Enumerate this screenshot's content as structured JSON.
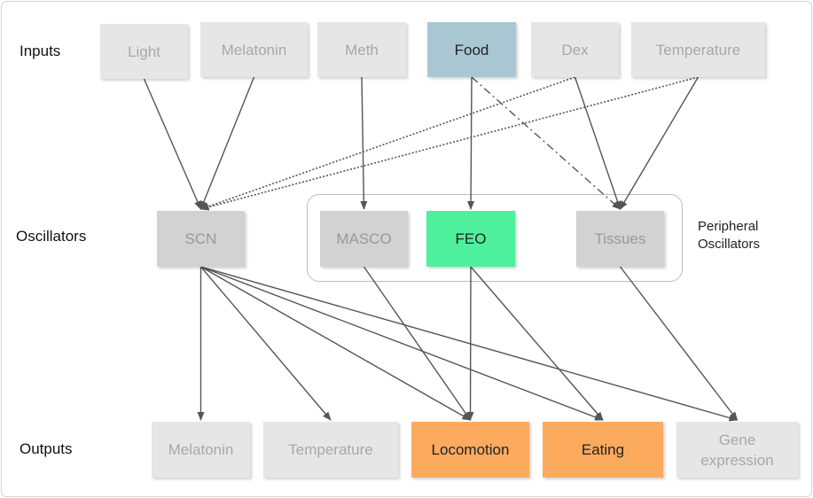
{
  "rows": {
    "inputs": "Inputs",
    "oscillators": "Oscillators",
    "outputs": "Outputs"
  },
  "inputs": {
    "light": "Light",
    "melatonin": "Melatonin",
    "meth": "Meth",
    "food": "Food",
    "dex": "Dex",
    "temperature": "Temperature"
  },
  "oscillators": {
    "scn": "SCN",
    "masco": "MASCO",
    "feo": "FEO",
    "tissues": "Tissues"
  },
  "peripheral": {
    "label": "Peripheral\nOscillators"
  },
  "outputs": {
    "melatonin": "Melatonin",
    "temperature": "Temperature",
    "locomotion": "Locomotion",
    "eating": "Eating",
    "gene_expression": "Gene\nexpression"
  },
  "colors": {
    "input_highlight": "#a9c7d3",
    "oscillator_highlight": "#4ef09e",
    "output_highlight": "#fcaa5e",
    "inactive_box": "#e6e6e6",
    "inactive_oscillator": "#d2d2d2",
    "arrow": "#555555"
  },
  "edges": [
    {
      "from": "in-light",
      "to": "osc-scn",
      "style": "solid"
    },
    {
      "from": "in-melatonin",
      "to": "osc-scn",
      "style": "solid"
    },
    {
      "from": "in-dex",
      "to": "osc-scn",
      "style": "dotted"
    },
    {
      "from": "in-temperature",
      "to": "osc-scn",
      "style": "dotted"
    },
    {
      "from": "in-meth",
      "to": "osc-masco",
      "style": "solid"
    },
    {
      "from": "in-food",
      "to": "osc-feo",
      "style": "solid"
    },
    {
      "from": "in-food",
      "to": "osc-tissues",
      "style": "dashdot"
    },
    {
      "from": "in-dex",
      "to": "osc-tissues",
      "style": "solid"
    },
    {
      "from": "in-temperature",
      "to": "osc-tissues",
      "style": "solid"
    },
    {
      "from": "osc-scn",
      "to": "out-melatonin",
      "style": "solid"
    },
    {
      "from": "osc-scn",
      "to": "out-temperature",
      "style": "solid"
    },
    {
      "from": "osc-scn",
      "to": "out-locomotion",
      "style": "solid"
    },
    {
      "from": "osc-scn",
      "to": "out-eating",
      "style": "solid"
    },
    {
      "from": "osc-scn",
      "to": "out-gene-expression",
      "style": "solid"
    },
    {
      "from": "osc-masco",
      "to": "out-locomotion",
      "style": "solid"
    },
    {
      "from": "osc-feo",
      "to": "out-locomotion",
      "style": "solid"
    },
    {
      "from": "osc-feo",
      "to": "out-eating",
      "style": "solid"
    },
    {
      "from": "osc-tissues",
      "to": "out-gene-expression",
      "style": "solid"
    }
  ]
}
